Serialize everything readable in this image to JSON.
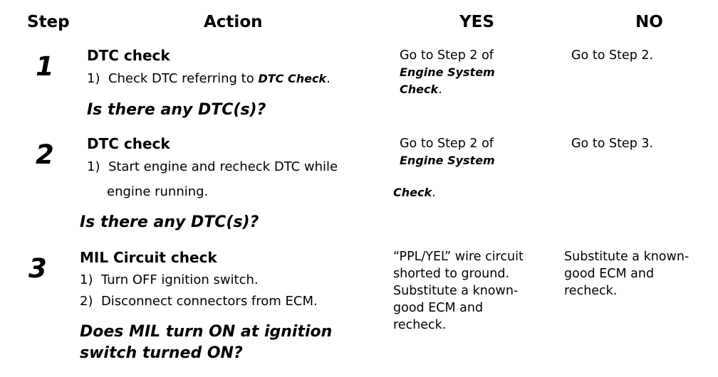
{
  "headers": {
    "step": "Step",
    "action": "Action",
    "yes": "YES",
    "no": "NO"
  },
  "steps": [
    {
      "number": "1",
      "title": "DTC check",
      "sub1_num": "1)",
      "sub1_text": "Check DTC referring to ",
      "sub1_ref": "DTC Check",
      "sub1_end": ".",
      "question": "Is there any DTC(s)?",
      "yes_line1": "Go to Step 2 of",
      "yes_ref1": "Engine System",
      "yes_ref2": "Check",
      "yes_end": ".",
      "no_text": "Go to Step 2."
    },
    {
      "number": "2",
      "title": "DTC check",
      "sub1_num": "1)",
      "sub1_text": "Start engine and recheck DTC while",
      "sub1_cont": "engine running.",
      "question": "Is there any DTC(s)?",
      "yes_line1": "Go to Step 2 of",
      "yes_ref1": "Engine System",
      "yes_ref2": "Check",
      "yes_end": ".",
      "no_text": "Go to Step 3."
    },
    {
      "number": "3",
      "title": "MIL Circuit check",
      "sub1_num": "1)",
      "sub1_text": "Turn OFF ignition switch.",
      "sub2_num": "2)",
      "sub2_text": "Disconnect connectors from ECM.",
      "question_line1": "Does MIL turn ON at ignition",
      "question_line2": "switch turned ON?",
      "yes_lines": [
        "“PPL/YEL” wire circuit",
        "shorted to ground.",
        "Substitute a known-",
        "good ECM and",
        "recheck."
      ],
      "no_lines": [
        "Substitute a known-",
        "good ECM and",
        "recheck."
      ]
    }
  ]
}
